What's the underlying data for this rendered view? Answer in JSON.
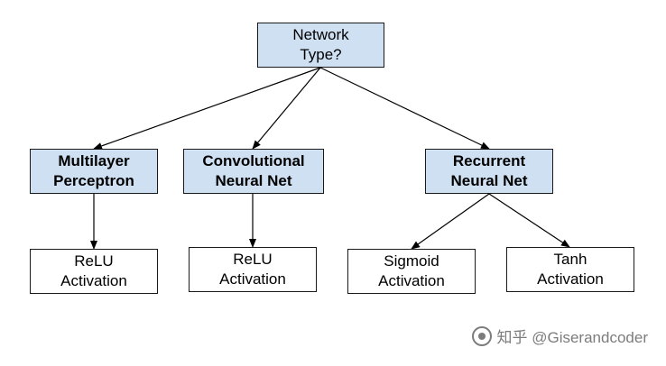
{
  "diagram": {
    "root": "Network\nType?",
    "mlp": "Multilayer\nPerceptron",
    "cnn": "Convolutional\nNeural Net",
    "rnn": "Recurrent\nNeural Net",
    "mlp_act": "ReLU\nActivation",
    "cnn_act": "ReLU\nActivation",
    "rnn_act1": "Sigmoid\nActivation",
    "rnn_act2": "Tanh\nActivation"
  },
  "watermark": "知乎 @Giserandcoder",
  "colors": {
    "node_fill": "#cfe0f3",
    "border": "#1a1a1a",
    "edge": "#000000"
  }
}
